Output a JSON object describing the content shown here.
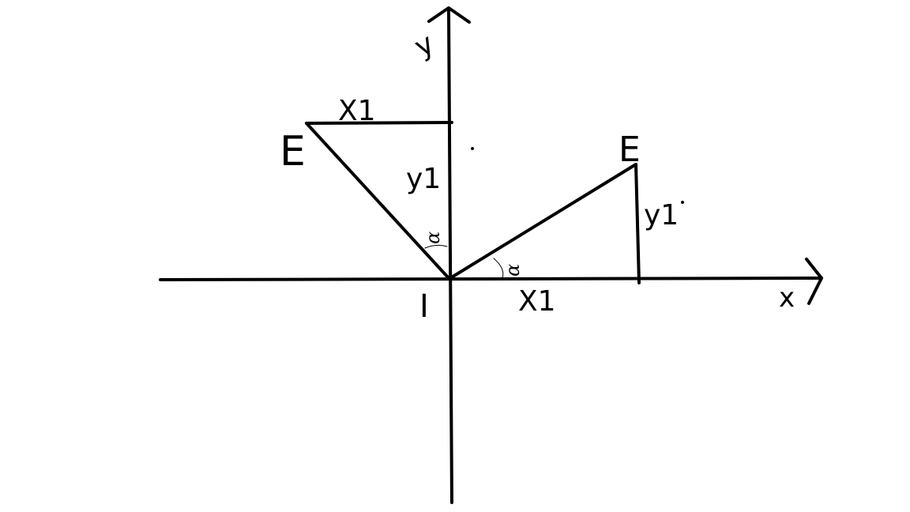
{
  "diagram": {
    "labels": {
      "y_axis": "y",
      "x_axis": "x",
      "origin": "I",
      "point_left": "E",
      "point_right": "E",
      "left_horizontal": "X1",
      "left_vertical": "y1",
      "right_horizontal": "X1",
      "right_vertical": "y1",
      "angle_left": "α",
      "angle_right": "α"
    },
    "colors": {
      "ink": "#000000",
      "background": "#ffffff"
    }
  }
}
